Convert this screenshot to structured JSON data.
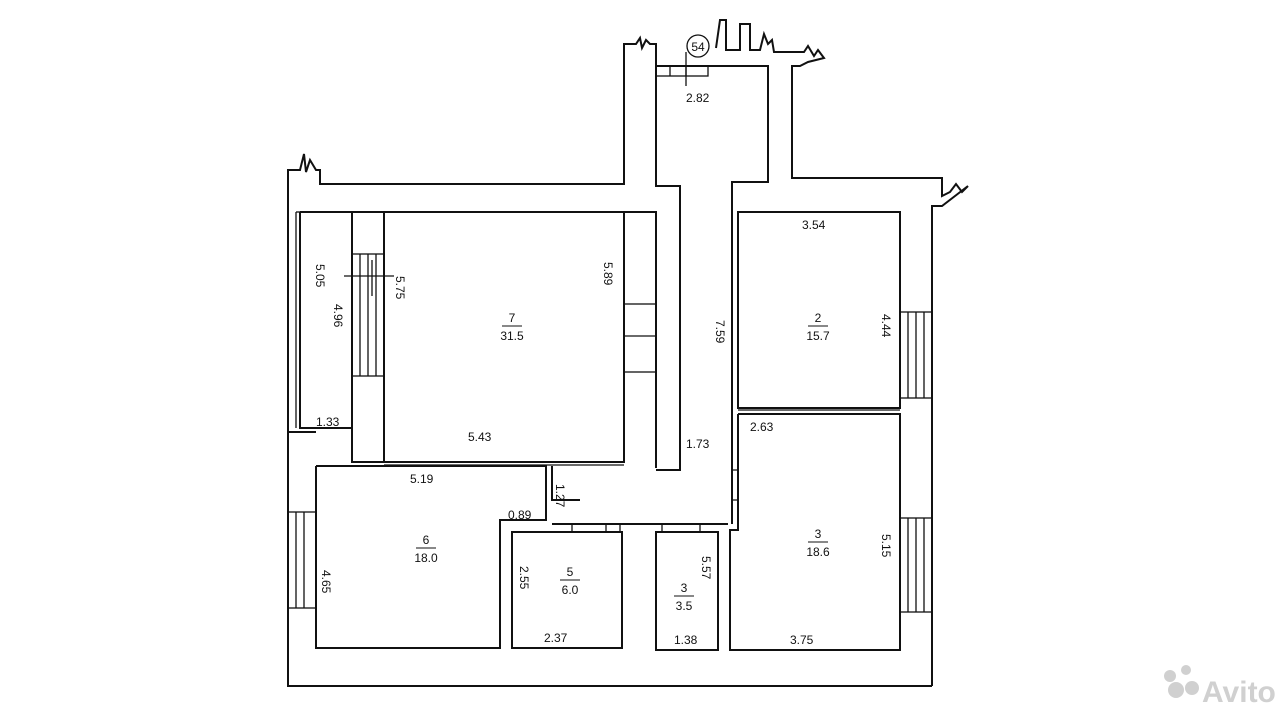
{
  "plan": {
    "building_number": "54",
    "watermark": "Avito",
    "colors": {
      "line": "#111111",
      "background": "#ffffff",
      "watermark": "#d0d0d0"
    },
    "rooms": [
      {
        "id": "room-7",
        "number": "7",
        "area": "31.5"
      },
      {
        "id": "room-2",
        "number": "2",
        "area": "15.7"
      },
      {
        "id": "room-3-large",
        "number": "3",
        "area": "18.6"
      },
      {
        "id": "room-6",
        "number": "6",
        "area": "18.0"
      },
      {
        "id": "room-5",
        "number": "5",
        "area": "6.0"
      },
      {
        "id": "room-3-small",
        "number": "3",
        "area": "3.5"
      }
    ],
    "dimensions": {
      "top_2_82": "2.82",
      "room7_5_89": "5.89",
      "room7_5_43": "5.43",
      "balcony_5_05": "5.05",
      "balcony_4_96": "4.96",
      "balcony_5_75": "5.75",
      "balcony_1_33": "1.33",
      "room2_3_54": "3.54",
      "room2_4_44": "4.44",
      "corridor_7_59": "7.59",
      "corridor_1_73": "1.73",
      "room3_2_63": "2.63",
      "room3_5_15": "5.15",
      "room3_3_75": "3.75",
      "room6_5_19": "5.19",
      "room6_4_65": "4.65",
      "hall_1_27": "1.27",
      "hall_0_89": "0.89",
      "room5_2_55": "2.55",
      "room5_2_37": "2.37",
      "room3s_5_57": "5.57",
      "room3s_1_38": "1.38"
    }
  }
}
